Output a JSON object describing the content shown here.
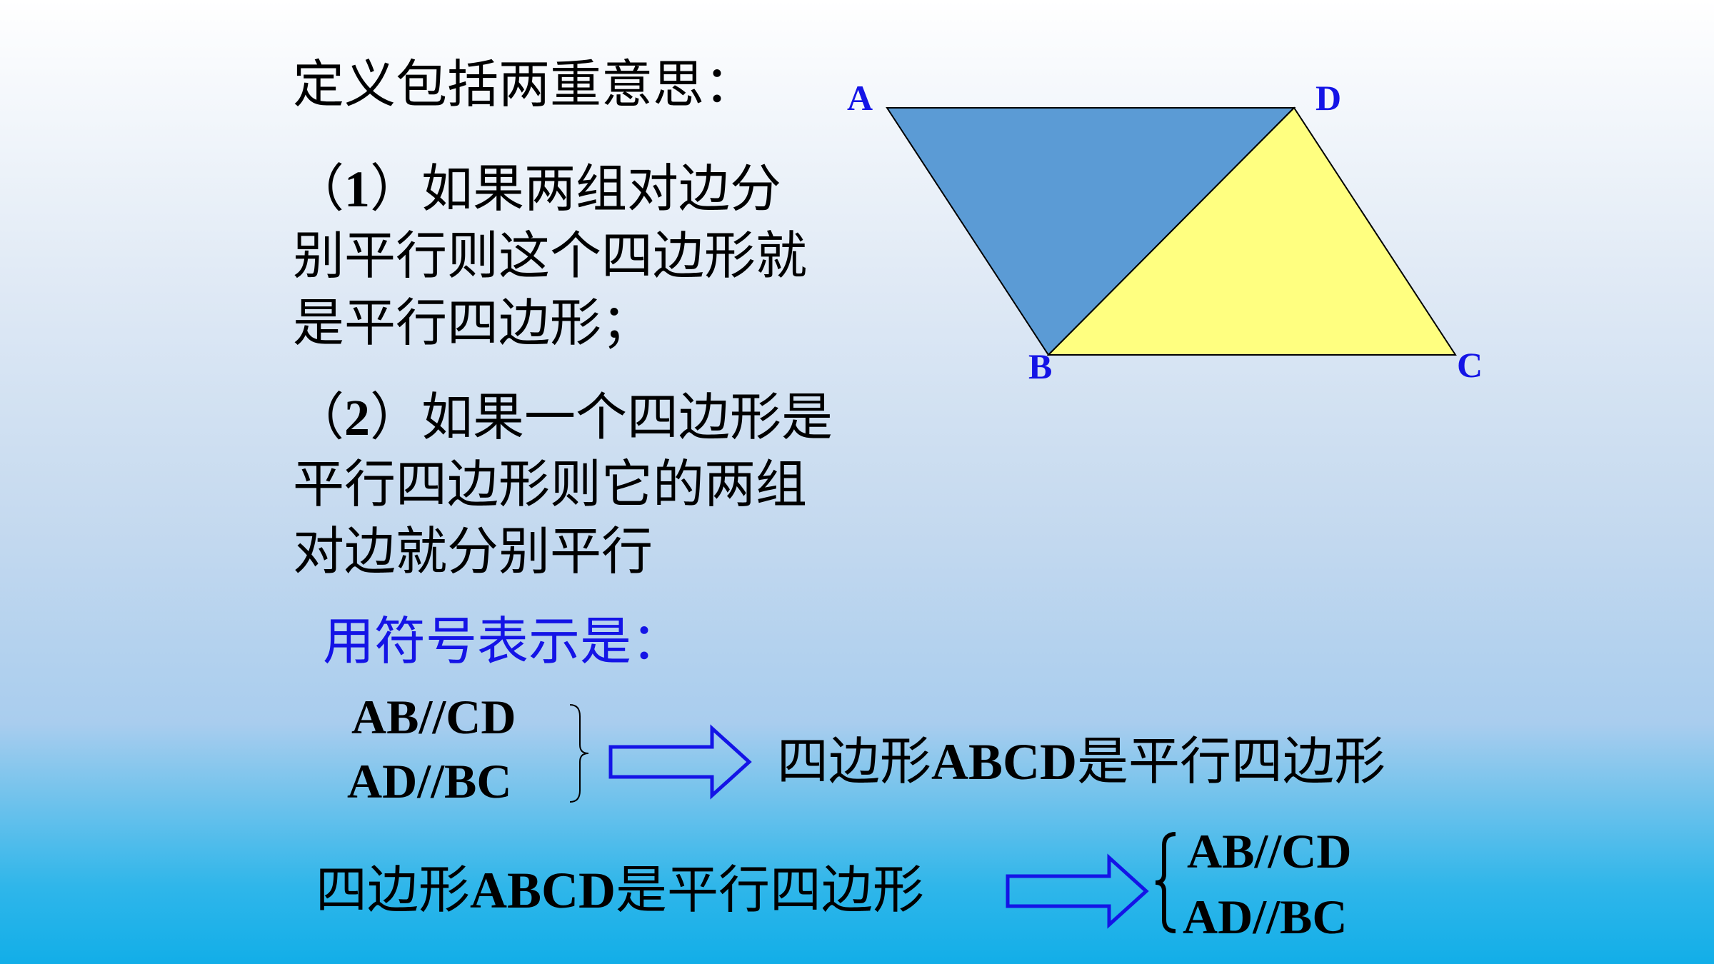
{
  "definition": {
    "heading": "定义包括两重意思：",
    "point1": {
      "num": "1",
      "lines": [
        "如果两组对边分",
        "别平行则这个四边形就",
        "是平行四边形；"
      ]
    },
    "point2": {
      "num": "2",
      "lines": [
        "如果一个四边形是",
        "平行四边形则它的两组",
        "对边就分别平行"
      ]
    }
  },
  "symbolic": {
    "heading": "用符号表示是：",
    "cond1": "AB//CD",
    "cond2": "AD//BC",
    "result_prefix": "四边形",
    "result_name": "ABCD",
    "result_suffix": "是平行四边形",
    "premise_prefix": "四边形",
    "premise_name": "ABCD",
    "premise_suffix": "是平行四边形",
    "concl1": "AB//CD",
    "concl2": "AD//BC"
  },
  "figure": {
    "vertices": {
      "A": "A",
      "B": "B",
      "C": "C",
      "D": "D"
    },
    "colors": {
      "triangle_abd": "#5b9bd5",
      "triangle_bcd": "#ffff80",
      "label": "#1414e6",
      "arrow": "#1414e6"
    }
  }
}
